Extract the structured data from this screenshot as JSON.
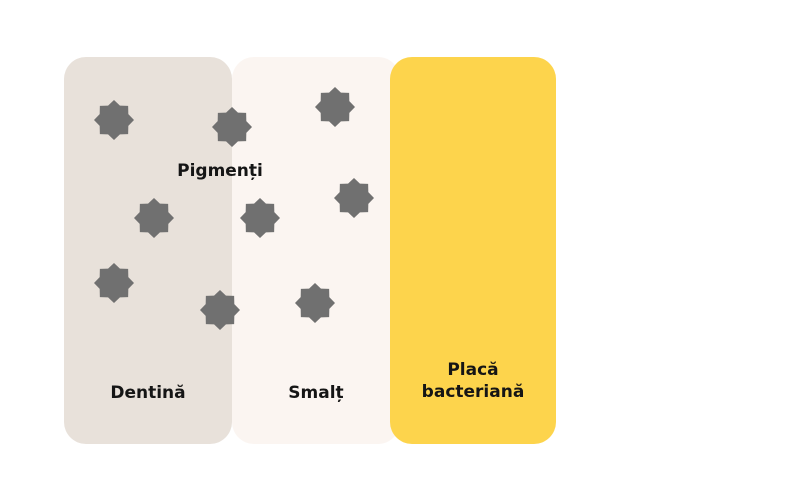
{
  "layers": {
    "dentin": {
      "label": "Dentină",
      "color": "#e8e1da"
    },
    "enamel": {
      "label": "Smalț",
      "color": "#fbf5f1"
    },
    "plaque": {
      "label_line1": "Placă",
      "label_line2": "bacteriană",
      "color": "#fdd44c"
    }
  },
  "pigments": {
    "label": "Pigmenți",
    "color": "#707070",
    "icon": "pigment-particle-icon"
  }
}
